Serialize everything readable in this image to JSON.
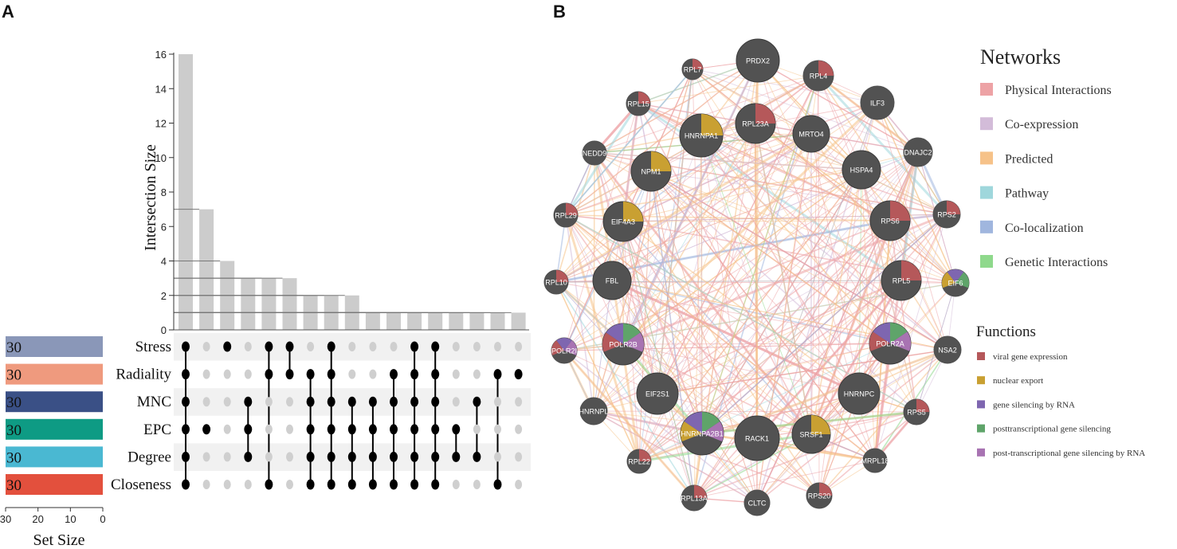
{
  "panels": {
    "a_label": "A",
    "b_label": "B"
  },
  "chart_data": [
    {
      "type": "bar",
      "chart": "upset",
      "ylabel": "Intersection Size",
      "xlabel": "Set Size",
      "ylim": [
        0,
        16
      ],
      "yticks": [
        0,
        2,
        4,
        6,
        8,
        10,
        12,
        14,
        16
      ],
      "set_axis_ticks": [
        30,
        20,
        10,
        0
      ],
      "grid": true,
      "sets": [
        {
          "name": "Stress",
          "size": 30,
          "color": "#8a97b8"
        },
        {
          "name": "Radiality",
          "size": 30,
          "color": "#ef9a7e"
        },
        {
          "name": "MNC",
          "size": 30,
          "color": "#3a5086"
        },
        {
          "name": "EPC",
          "size": 30,
          "color": "#0e9b84"
        },
        {
          "name": "Degree",
          "size": 30,
          "color": "#4ab8d2"
        },
        {
          "name": "Closeness",
          "size": 30,
          "color": "#e3503d"
        }
      ],
      "intersections": [
        {
          "size": 16,
          "members": [
            0,
            1,
            2,
            3,
            4,
            5
          ]
        },
        {
          "size": 7,
          "members": [
            3
          ]
        },
        {
          "size": 4,
          "members": [
            0
          ]
        },
        {
          "size": 3,
          "members": [
            2,
            3,
            4
          ]
        },
        {
          "size": 3,
          "members": [
            0,
            1,
            5
          ]
        },
        {
          "size": 3,
          "members": [
            0,
            1
          ]
        },
        {
          "size": 2,
          "members": [
            1,
            2,
            3,
            4,
            5
          ]
        },
        {
          "size": 2,
          "members": [
            0,
            1,
            2,
            3,
            4,
            5
          ]
        },
        {
          "size": 2,
          "members": [
            2,
            3,
            4,
            5
          ]
        },
        {
          "size": 1,
          "members": [
            2,
            3,
            4,
            5
          ]
        },
        {
          "size": 1,
          "members": [
            1,
            2,
            3,
            4,
            5
          ]
        },
        {
          "size": 1,
          "members": [
            0,
            1,
            2,
            3,
            4,
            5
          ]
        },
        {
          "size": 1,
          "members": [
            0,
            1,
            2,
            3,
            4,
            5
          ]
        },
        {
          "size": 1,
          "members": [
            3,
            4
          ]
        },
        {
          "size": 1,
          "members": [
            2,
            4
          ]
        },
        {
          "size": 1,
          "members": [
            1,
            5
          ]
        },
        {
          "size": 1,
          "members": [
            1
          ]
        }
      ]
    },
    {
      "type": "network",
      "legend_title": "Networks",
      "network_types": [
        {
          "name": "Physical Interactions",
          "color": "#eda2a5"
        },
        {
          "name": "Co-expression",
          "color": "#d3bcd9"
        },
        {
          "name": "Predicted",
          "color": "#f6c289"
        },
        {
          "name": "Pathway",
          "color": "#9fd7dc"
        },
        {
          "name": "Co-localization",
          "color": "#a0b6de"
        },
        {
          "name": "Genetic Interactions",
          "color": "#8fd98c"
        }
      ],
      "functions_title": "Functions",
      "functions": [
        {
          "name": "viral gene expression",
          "color": "#b5585a"
        },
        {
          "name": "nuclear export",
          "color": "#c9a032"
        },
        {
          "name": "gene silencing by RNA",
          "color": "#7e66b0"
        },
        {
          "name": "posttranscriptional gene silencing",
          "color": "#5fa46a"
        },
        {
          "name": "post-transcriptional gene silencing by RNA",
          "color": "#a873b2"
        }
      ],
      "nodes": [
        {
          "id": "PRDX2",
          "query": true,
          "fn": []
        },
        {
          "id": "RPL7",
          "query": false,
          "fn": [
            0
          ]
        },
        {
          "id": "RPL4",
          "query": false,
          "fn": [
            0
          ]
        },
        {
          "id": "RPL15",
          "query": false,
          "fn": [
            0
          ]
        },
        {
          "id": "ILF3",
          "query": false,
          "fn": []
        },
        {
          "id": "HNRNPA1",
          "query": true,
          "fn": [
            1
          ]
        },
        {
          "id": "RPL23A",
          "query": true,
          "fn": [
            0
          ]
        },
        {
          "id": "MRTO4",
          "query": true,
          "fn": []
        },
        {
          "id": "NEDD9",
          "query": false,
          "fn": []
        },
        {
          "id": "DNAJC2",
          "query": false,
          "fn": []
        },
        {
          "id": "NPM1",
          "query": true,
          "fn": [
            1
          ]
        },
        {
          "id": "HSPA4",
          "query": true,
          "fn": []
        },
        {
          "id": "RPL29",
          "query": false,
          "fn": [
            0
          ]
        },
        {
          "id": "EIF4A3",
          "query": true,
          "fn": [
            1
          ]
        },
        {
          "id": "RPS6",
          "query": true,
          "fn": [
            0
          ]
        },
        {
          "id": "RPS2",
          "query": false,
          "fn": [
            0
          ]
        },
        {
          "id": "RPL10",
          "query": false,
          "fn": [
            0
          ]
        },
        {
          "id": "FBL",
          "query": true,
          "fn": []
        },
        {
          "id": "RPL5",
          "query": true,
          "fn": [
            0
          ]
        },
        {
          "id": "EIF6",
          "query": false,
          "fn": [
            1,
            2,
            3
          ]
        },
        {
          "id": "POLR2I",
          "query": false,
          "fn": [
            0,
            2,
            4
          ]
        },
        {
          "id": "POLR2B",
          "query": true,
          "fn": [
            0,
            2,
            3,
            4
          ]
        },
        {
          "id": "POLR2A",
          "query": true,
          "fn": [
            0,
            2,
            3,
            4
          ]
        },
        {
          "id": "NSA2",
          "query": false,
          "fn": []
        },
        {
          "id": "EIF2S1",
          "query": true,
          "fn": []
        },
        {
          "id": "HNRNPC",
          "query": true,
          "fn": []
        },
        {
          "id": "HNRNPL",
          "query": false,
          "fn": []
        },
        {
          "id": "RPS5",
          "query": false,
          "fn": [
            0
          ]
        },
        {
          "id": "HNRNPA2B1",
          "query": true,
          "fn": [
            1,
            2,
            3,
            4
          ]
        },
        {
          "id": "RACK1",
          "query": true,
          "fn": []
        },
        {
          "id": "SRSF1",
          "query": true,
          "fn": [
            1
          ]
        },
        {
          "id": "RPL22",
          "query": false,
          "fn": [
            0
          ]
        },
        {
          "id": "MRPL18",
          "query": false,
          "fn": []
        },
        {
          "id": "RPL13A",
          "query": false,
          "fn": [
            0
          ]
        },
        {
          "id": "CLTC",
          "query": false,
          "fn": []
        },
        {
          "id": "RPS20",
          "query": false,
          "fn": [
            0
          ]
        }
      ]
    }
  ]
}
